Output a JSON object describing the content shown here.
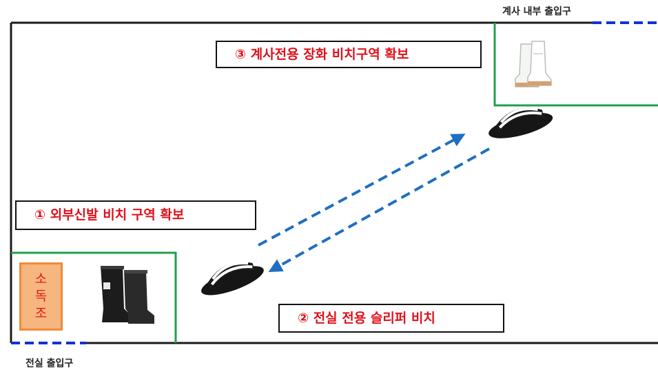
{
  "labels": {
    "zone1": "① 외부신발 비치 구역 확보",
    "zone2": "② 전실 전용 슬리퍼 비치",
    "zone3": "③ 계사전용 장화 비치구역 확보"
  },
  "entrances": {
    "inner": "계사 내부 출입구",
    "anteroom": "전실 출입구"
  },
  "foot_bath": {
    "chars": [
      "소",
      "독",
      "조"
    ]
  },
  "colors": {
    "label_text": "#e0101a",
    "zone_border": "#1fa048",
    "entrance_dash": "#1230d8",
    "arrow": "#1f6fc0",
    "foot_bath_fill": "#f6b680",
    "foot_bath_border": "#f08a38"
  }
}
